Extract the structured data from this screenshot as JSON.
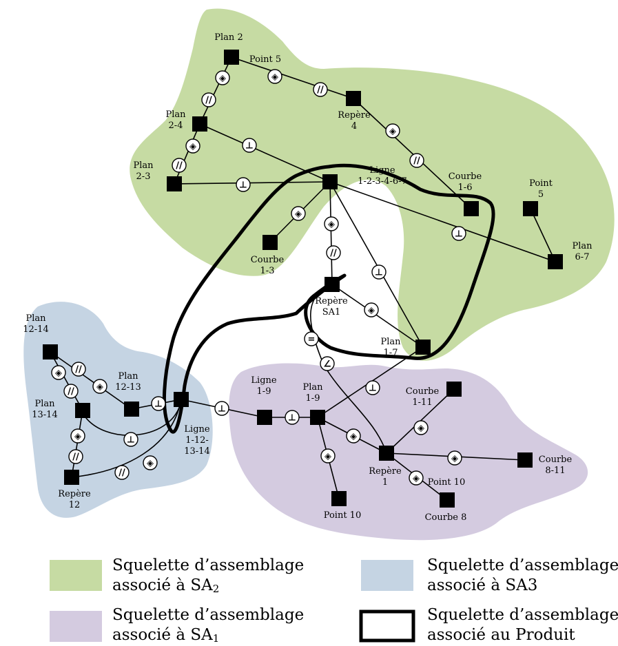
{
  "nodes": {
    "plan_2": [
      "Plan 2"
    ],
    "point_5_top": [
      "Point 5"
    ],
    "plan_2_4": [
      "Plan",
      "2-4"
    ],
    "plan_2_3": [
      "Plan",
      "2-3"
    ],
    "repere_4": [
      "Repère",
      "4"
    ],
    "ligne_12346_7": [
      "Ligne",
      "1-2-3-4-6-7"
    ],
    "courbe_1_6": [
      "Courbe",
      "1-6"
    ],
    "point_5_right": [
      "Point",
      "5"
    ],
    "courbe_1_3": [
      "Courbe",
      "1-3"
    ],
    "plan_6_7": [
      "Plan",
      "6-7"
    ],
    "repere_sa1": [
      "Repère",
      "SA1"
    ],
    "plan_1_7": [
      "Plan",
      "1-7"
    ],
    "plan_12_14": [
      "Plan",
      "12-14"
    ],
    "plan_12_13": [
      "Plan",
      "12-13"
    ],
    "plan_13_14": [
      "Plan",
      "13-14"
    ],
    "ligne_1_12_13_14": [
      "Ligne",
      "1-12-",
      "13-14"
    ],
    "repere_12": [
      "Repère",
      "12"
    ],
    "ligne_1_9": [
      "Ligne",
      "1-9"
    ],
    "plan_1_9": [
      "Plan",
      "1-9"
    ],
    "courbe_1_11": [
      "Courbe",
      "1-11"
    ],
    "repere_1": [
      "Repère",
      "1"
    ],
    "courbe_8_11": [
      "Courbe",
      "8-11"
    ],
    "point_10_right": [
      "Point 10"
    ],
    "courbe_8": [
      "Courbe 8"
    ],
    "point_10_bottom": [
      "Point 10"
    ]
  },
  "constraint_symbols": {
    "perpendicular": "⊥",
    "parallel": "//",
    "coincident": "◈",
    "equal": "=",
    "angle": "∠"
  },
  "legend": [
    {
      "line1": "Squelette d’assemblage",
      "line2_text": "associé à SA",
      "line2_sub": "2",
      "swatch": "#c6dba3"
    },
    {
      "line1": "Squelette d’assemblage",
      "line2_text": "associé à SA3",
      "line2_sub": "",
      "swatch": "#c5d4e3"
    },
    {
      "line1": "Squelette d’assemblage",
      "line2_text": "associé à SA",
      "line2_sub": "1",
      "swatch": "#d4cbe0"
    },
    {
      "line1": "Squelette d’assemblage",
      "line2_text": "associé au Produit",
      "line2_sub": "",
      "swatch": "outline"
    }
  ],
  "colors": {
    "sa2_region": "#c6dba3",
    "sa3_region": "#c5d4e3",
    "sa1_region": "#d4cbe0",
    "node": "#000000"
  }
}
